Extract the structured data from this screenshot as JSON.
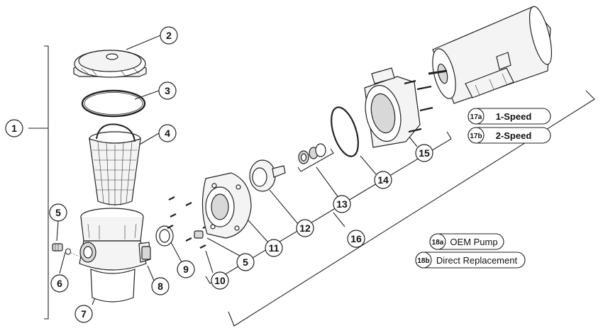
{
  "callouts": [
    {
      "key": "n1",
      "label": "1"
    },
    {
      "key": "n2",
      "label": "2"
    },
    {
      "key": "n3",
      "label": "3"
    },
    {
      "key": "n4",
      "label": "4"
    },
    {
      "key": "n5a",
      "label": "5"
    },
    {
      "key": "n5b",
      "label": "5"
    },
    {
      "key": "n6",
      "label": "6"
    },
    {
      "key": "n7",
      "label": "7"
    },
    {
      "key": "n8",
      "label": "8"
    },
    {
      "key": "n9",
      "label": "9"
    },
    {
      "key": "n10",
      "label": "10"
    },
    {
      "key": "n11",
      "label": "11"
    },
    {
      "key": "n12",
      "label": "12"
    },
    {
      "key": "n13",
      "label": "13"
    },
    {
      "key": "n14",
      "label": "14"
    },
    {
      "key": "n15",
      "label": "15"
    },
    {
      "key": "n16",
      "label": "16"
    }
  ],
  "options": {
    "opt17a": {
      "tag": "17a",
      "label": "1-Speed"
    },
    "opt17b": {
      "tag": "17b",
      "label": "2-Speed"
    },
    "opt18a": {
      "tag": "18a",
      "label": "OEM Pump"
    },
    "opt18b": {
      "tag": "18b",
      "label": "Direct Replacement"
    }
  }
}
